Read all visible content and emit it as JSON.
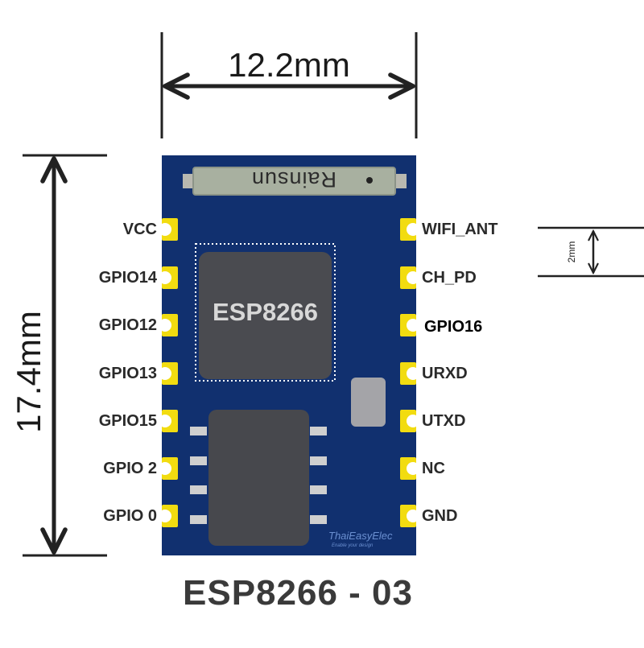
{
  "dimensions": {
    "width_label": "12.2mm",
    "height_label": "17.4mm",
    "pitch_label": "2mm"
  },
  "module": {
    "shield_brand": "Rainsun",
    "chip_label": "ESP8266",
    "model_title": "ESP8266 - 03",
    "watermark_logo": "ThaiEasyElec",
    "watermark_tagline": "Enable your design"
  },
  "pins_left": [
    "VCC",
    "GPIO14",
    "GPIO12",
    "GPIO13",
    "GPIO15",
    "GPIO 2",
    "GPIO 0"
  ],
  "pins_right": [
    "WIFI_ANT",
    "CH_PD",
    "GPIO16",
    "URXD",
    "UTXD",
    "NC",
    "GND"
  ],
  "colors": {
    "pcb": "#11306f",
    "pad": "#f2dc10",
    "chip": "#494a4f",
    "shield": "#a8b0a0",
    "arrow": "#222222"
  }
}
